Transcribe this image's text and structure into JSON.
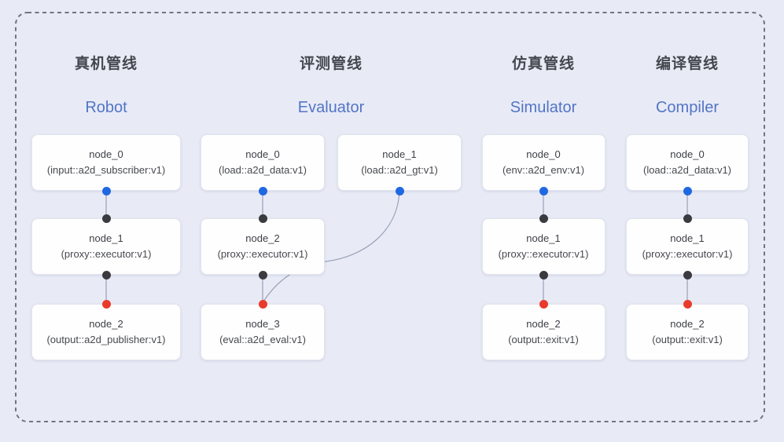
{
  "diagram": {
    "background": "#e8ebf6",
    "border_color": "#71757f"
  },
  "colors": {
    "port_blue": "#1f68e2",
    "port_dark": "#3b3b3f",
    "port_red": "#e83b2b",
    "edge": "#98a1b5",
    "title_zh": "#45474f",
    "title_en": "#5374c6"
  },
  "pipelines": [
    {
      "id": "robot",
      "title_zh": "真机管线",
      "title_en": "Robot",
      "nodes": [
        {
          "label": "node_0",
          "type": "(input::a2d_subscriber:v1)",
          "col": 0,
          "row": 0,
          "out_dot": "blue"
        },
        {
          "label": "node_1",
          "type": "(proxy::executor:v1)",
          "col": 0,
          "row": 1,
          "in_dot": "dark",
          "out_dot": "dark"
        },
        {
          "label": "node_2",
          "type": "(output::a2d_publisher:v1)",
          "col": 0,
          "row": 2,
          "in_dot": "red"
        }
      ],
      "edges": [
        {
          "from": 0,
          "to": 1
        },
        {
          "from": 1,
          "to": 2
        }
      ]
    },
    {
      "id": "evaluator",
      "title_zh": "评测管线",
      "title_en": "Evaluator",
      "nodes": [
        {
          "label": "node_0",
          "type": "(load::a2d_data:v1)",
          "col": 0,
          "row": 0,
          "out_dot": "blue"
        },
        {
          "label": "node_1",
          "type": "(load::a2d_gt:v1)",
          "col": 1,
          "row": 0,
          "out_dot": "blue"
        },
        {
          "label": "node_2",
          "type": "(proxy::executor:v1)",
          "col": 0,
          "row": 1,
          "in_dot": "dark",
          "out_dot": "dark"
        },
        {
          "label": "node_3",
          "type": "(eval::a2d_eval:v1)",
          "col": 0,
          "row": 2,
          "in_dot": "red"
        }
      ],
      "edges": [
        {
          "from": 0,
          "to": 2
        },
        {
          "from": 2,
          "to": 3
        },
        {
          "from": 1,
          "to": 3,
          "curved": true
        }
      ]
    },
    {
      "id": "simulator",
      "title_zh": "仿真管线",
      "title_en": "Simulator",
      "nodes": [
        {
          "label": "node_0",
          "type": "(env::a2d_env:v1)",
          "col": 0,
          "row": 0,
          "out_dot": "blue"
        },
        {
          "label": "node_1",
          "type": "(proxy::executor:v1)",
          "col": 0,
          "row": 1,
          "in_dot": "dark",
          "out_dot": "dark"
        },
        {
          "label": "node_2",
          "type": "(output::exit:v1)",
          "col": 0,
          "row": 2,
          "in_dot": "red"
        }
      ],
      "edges": [
        {
          "from": 0,
          "to": 1
        },
        {
          "from": 1,
          "to": 2
        }
      ]
    },
    {
      "id": "compiler",
      "title_zh": "编译管线",
      "title_en": "Compiler",
      "nodes": [
        {
          "label": "node_0",
          "type": "(load::a2d_data:v1)",
          "col": 0,
          "row": 0,
          "out_dot": "blue"
        },
        {
          "label": "node_1",
          "type": "(proxy::executor:v1)",
          "col": 0,
          "row": 1,
          "in_dot": "dark",
          "out_dot": "dark"
        },
        {
          "label": "node_2",
          "type": "(output::exit:v1)",
          "col": 0,
          "row": 2,
          "in_dot": "red"
        }
      ],
      "edges": [
        {
          "from": 0,
          "to": 1
        },
        {
          "from": 1,
          "to": 2
        }
      ]
    }
  ]
}
